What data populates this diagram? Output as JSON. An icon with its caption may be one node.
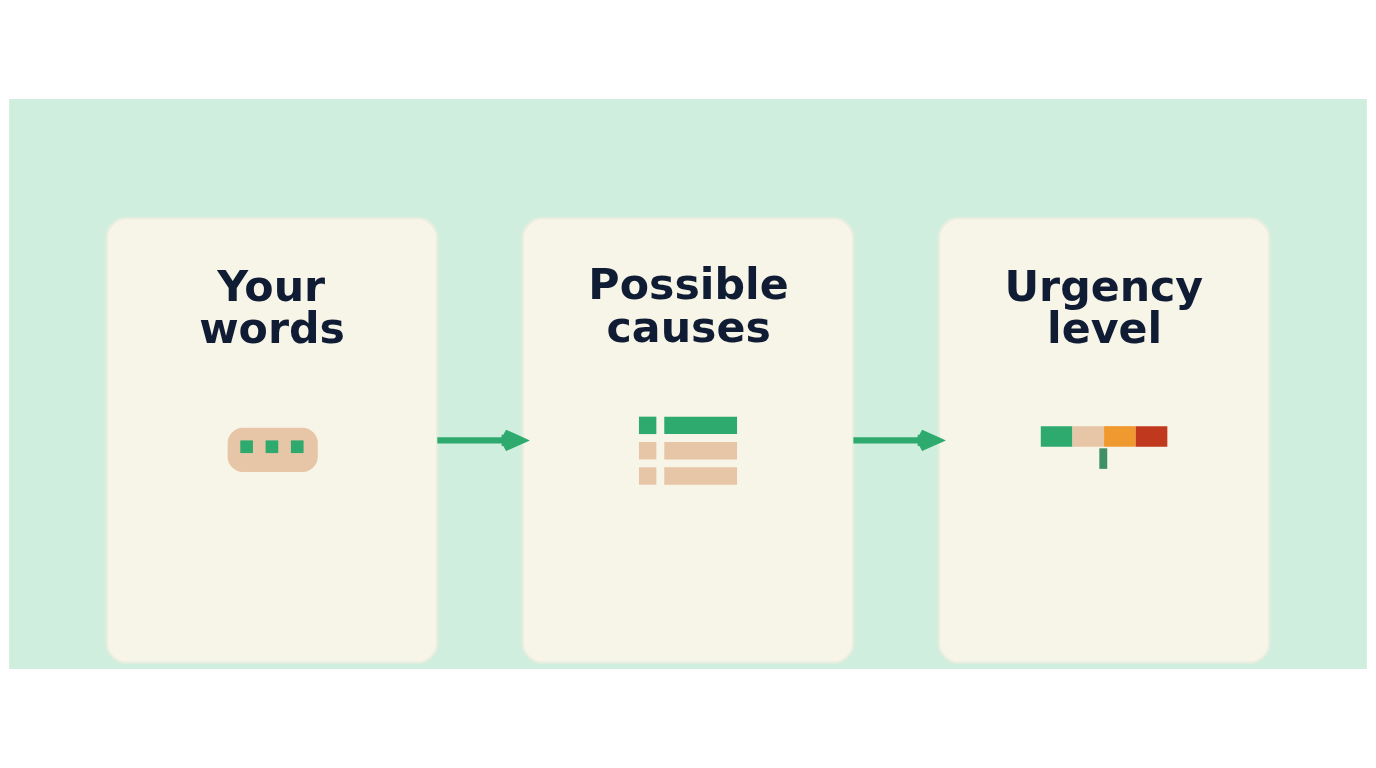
{
  "diagram": {
    "nodes": [
      {
        "text": [
          "Your words"
        ]
      },
      {
        "text": [
          "Possible causes"
        ]
      },
      {
        "text": [
          "Urgency level"
        ]
      }
    ],
    "edges": [
      {
        "from": 0,
        "to": 1,
        "arrow": "to"
      },
      {
        "from": 1,
        "to": 2,
        "arrow": "to"
      }
    ]
  }
}
